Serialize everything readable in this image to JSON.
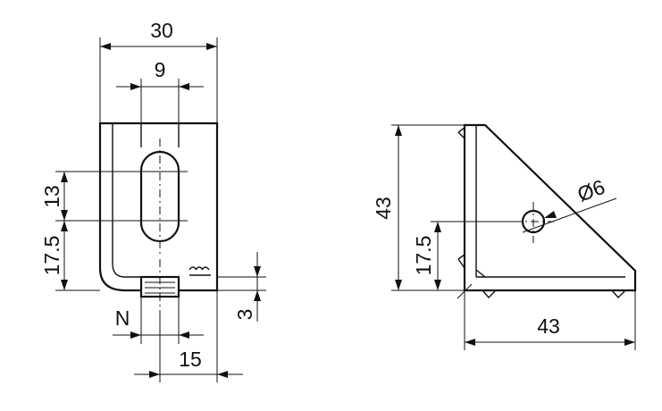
{
  "front_view": {
    "overall_width": "30",
    "slot_width": "9",
    "slot_length": "13",
    "slot_offset": "17.5",
    "thread_label": "N",
    "base_width": "15",
    "thickness": "3"
  },
  "side_view": {
    "height": "43",
    "width": "43",
    "hole_offset": "17.5",
    "hole_diameter": "Ø6"
  }
}
